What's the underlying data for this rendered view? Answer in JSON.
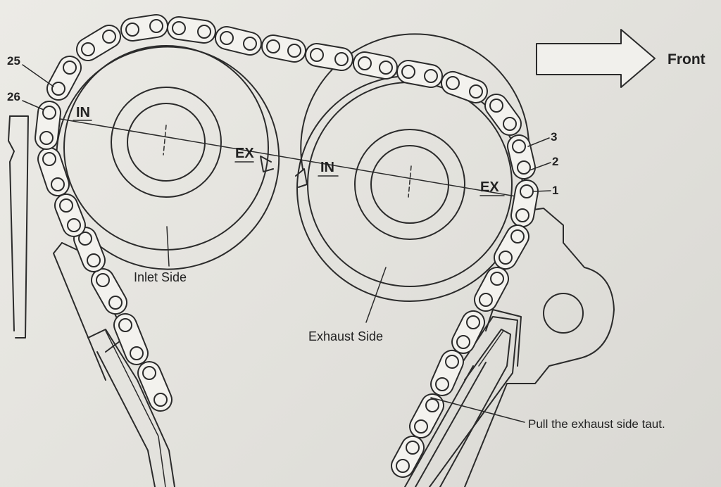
{
  "labels": {
    "front": "Front",
    "inlet_side": "Inlet Side",
    "exhaust_side": "Exhaust Side",
    "instruction": "Pull the exhaust side taut."
  },
  "marks": {
    "inlet_in": "IN",
    "inlet_ex": "EX",
    "exhaust_in": "IN",
    "exhaust_ex": "EX"
  },
  "pin_numbers": {
    "n1": "1",
    "n2": "2",
    "n3": "3",
    "n25": "25",
    "n26": "26"
  },
  "icons": {
    "front_arrow": "right-arrow-outline-icon"
  }
}
